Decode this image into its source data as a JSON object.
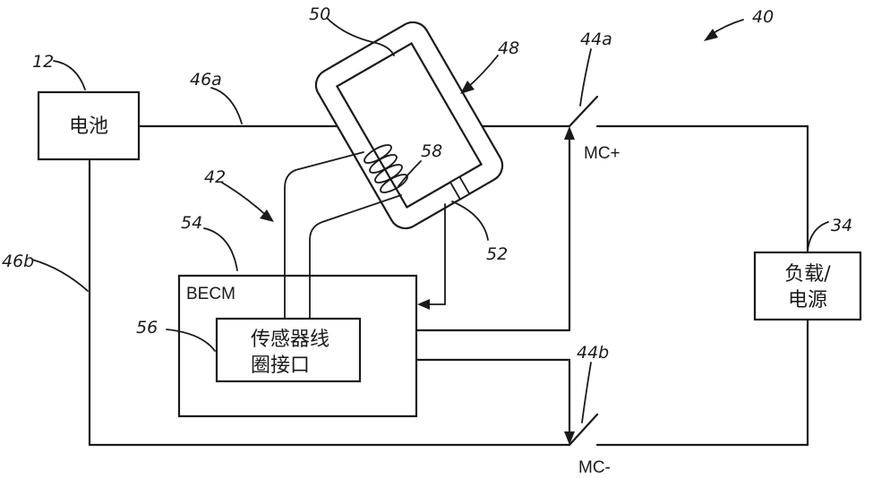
{
  "refs": {
    "r40": "40",
    "r50": "50",
    "r48": "48",
    "r44a": "44a",
    "r12": "12",
    "r46a": "46a",
    "r58": "58",
    "r42": "42",
    "r54": "54",
    "r52": "52",
    "r34": "34",
    "r46b": "46b",
    "r56": "56",
    "r44b": "44b"
  },
  "blocks": {
    "battery": "电池",
    "becm": "BECM",
    "interface_line1": "传感器线",
    "interface_line2": "圈接口",
    "load_line1": "负载/",
    "load_line2": "电源"
  },
  "contactors": {
    "plus": "MC+",
    "minus": "MC-"
  }
}
